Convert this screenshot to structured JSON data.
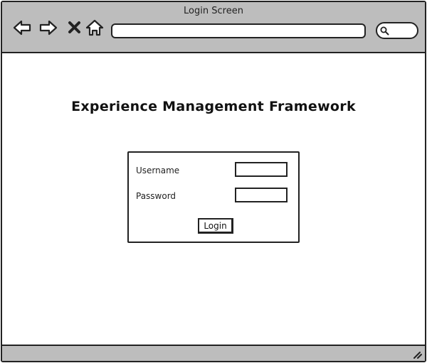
{
  "window": {
    "title": "Login Screen"
  },
  "browser": {
    "icons": {
      "back": "back-arrow-icon",
      "forward": "forward-arrow-icon",
      "stop": "close-x-icon",
      "home": "home-icon",
      "search": "search-icon",
      "resize": "resize-grip-icon"
    },
    "address_value": ""
  },
  "page": {
    "heading": "Experience Management Framework"
  },
  "login_form": {
    "username_label": "Username",
    "username_value": "",
    "password_label": "Password",
    "password_value": "",
    "login_button": "Login"
  },
  "colors": {
    "chrome": "#bdbdbd",
    "ink": "#222222",
    "background": "#ffffff"
  }
}
